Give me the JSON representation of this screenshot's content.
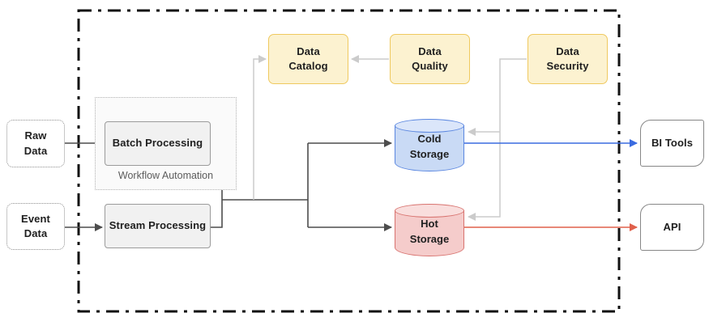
{
  "diagram": {
    "title": "data-platform-architecture",
    "nodes": {
      "raw_data": {
        "label": "Raw\nData"
      },
      "event_data": {
        "label": "Event\nData"
      },
      "batch": {
        "label": "Batch Processing"
      },
      "stream": {
        "label": "Stream Processing"
      },
      "workflow": {
        "label": "Workflow Automation"
      },
      "catalog": {
        "label": "Data\nCatalog"
      },
      "quality": {
        "label": "Data\nQuality"
      },
      "security": {
        "label": "Data\nSecurity"
      },
      "cold": {
        "label": "Cold\nStorage"
      },
      "hot": {
        "label": "Hot\nStorage"
      },
      "bi_tools": {
        "label": "BI Tools"
      },
      "api": {
        "label": "API"
      }
    },
    "edges": [
      {
        "from": "Raw Data",
        "to": "Batch Processing",
        "style": "dark-arrow"
      },
      {
        "from": "Event Data",
        "to": "Stream Processing",
        "style": "dark-arrow"
      },
      {
        "from": "Batch Processing",
        "to": "junction",
        "style": "dark-line"
      },
      {
        "from": "Stream Processing",
        "to": "junction",
        "style": "dark-line"
      },
      {
        "from": "junction",
        "to": "Cold Storage",
        "style": "dark-arrow"
      },
      {
        "from": "junction",
        "to": "Hot Storage",
        "style": "dark-arrow"
      },
      {
        "from": "junction",
        "to": "Data Catalog",
        "style": "gray-arrow"
      },
      {
        "from": "Data Quality",
        "to": "Data Catalog",
        "style": "gray-arrow"
      },
      {
        "from": "Data Security",
        "to": "Cold Storage",
        "style": "gray-arrow"
      },
      {
        "from": "Data Security",
        "to": "Hot Storage",
        "style": "gray-arrow"
      },
      {
        "from": "Cold Storage",
        "to": "BI Tools",
        "style": "blue-arrow"
      },
      {
        "from": "Hot Storage",
        "to": "API",
        "style": "red-arrow"
      }
    ],
    "colors": {
      "boundary": "#111111",
      "dark_arrow": "#4d4d4d",
      "gray_arrow": "#cbcbcb",
      "blue_arrow": "#3a6be0",
      "red_arrow": "#e0604b",
      "governance_fill": "#fcf2d0",
      "governance_border": "#efc95f",
      "process_fill": "#f1f1f1",
      "cold_fill": "#c9daf5",
      "cold_border": "#5b87e0",
      "hot_fill": "#f5cccb",
      "hot_border": "#d8736f"
    }
  }
}
